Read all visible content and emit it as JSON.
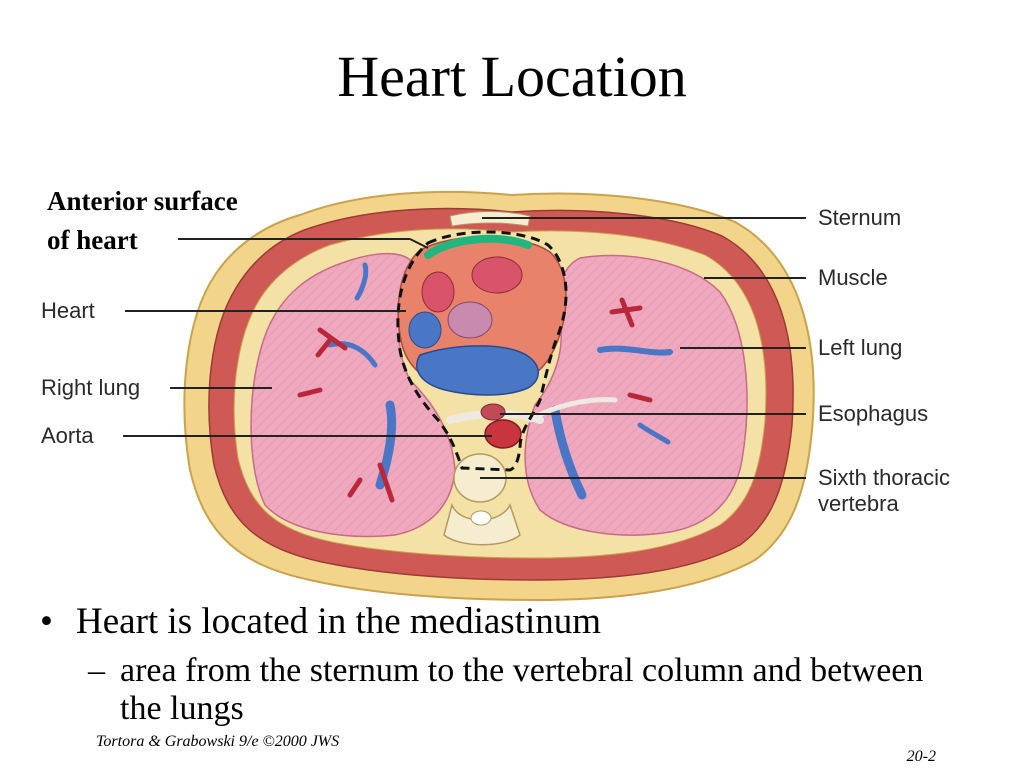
{
  "slide": {
    "title": "Heart Location",
    "annotation": {
      "line1": "Anterior surface",
      "line2": "of heart"
    },
    "labels": {
      "heart": "Heart",
      "right_lung": "Right lung",
      "aorta": "Aorta",
      "sternum": "Sternum",
      "muscle": "Muscle",
      "left_lung": "Left lung",
      "esophagus": "Esophagus",
      "vertebra_line1": "Sixth thoracic",
      "vertebra_line2": "vertebra"
    },
    "bullet": {
      "marker": "•",
      "text": "Heart is located in the mediastinum"
    },
    "sub_bullet": {
      "marker": "–",
      "text": "area from the sternum to the vertebral column and between the lungs"
    },
    "footer": "Tortora & Grabowski 9/e ©2000 JWS",
    "page_number": "20-2"
  },
  "colors": {
    "skin_fat": "#f2d58a",
    "muscle": "#cf5a55",
    "lung": "#efa8be",
    "heart": "#e8826a",
    "vein": "#4a76c6",
    "artery": "#b8283a",
    "anterior_highlight": "#22b57e",
    "bone": "#f6eccf"
  }
}
